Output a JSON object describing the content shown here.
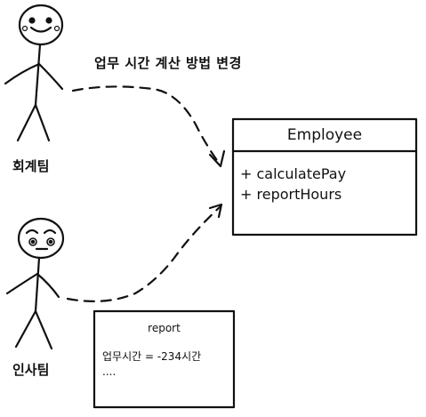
{
  "edge_label": "업무 시간 계산 방법 변경",
  "actors": [
    {
      "name": "회계팀"
    },
    {
      "name": "인사팀"
    }
  ],
  "class_box": {
    "title": "Employee",
    "methods": [
      "+ calculatePay",
      "+ reportHours"
    ]
  },
  "note": {
    "title": "report",
    "lines": [
      "업무시간 = -234시간",
      "...."
    ]
  }
}
